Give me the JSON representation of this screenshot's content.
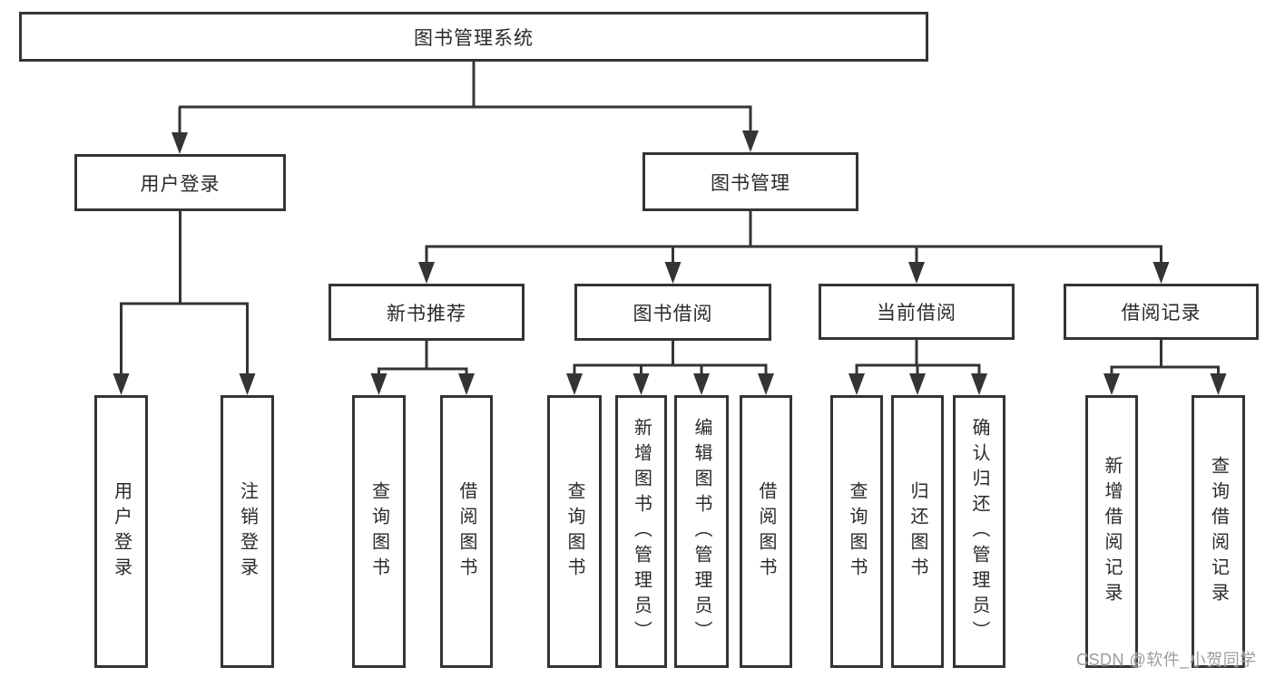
{
  "diagram": {
    "root": {
      "label": "图书管理系统"
    },
    "branches": [
      {
        "label": "用户登录",
        "leaves": [
          {
            "label": "用户登录"
          },
          {
            "label": "注销登录"
          }
        ]
      },
      {
        "label": "图书管理",
        "groups": [
          {
            "label": "新书推荐",
            "leaves": [
              {
                "label": "查询图书"
              },
              {
                "label": "借阅图书"
              }
            ]
          },
          {
            "label": "图书借阅",
            "leaves": [
              {
                "label": "查询图书"
              },
              {
                "label": "新增图书（管理员）"
              },
              {
                "label": "编辑图书（管理员）"
              },
              {
                "label": "借阅图书"
              }
            ]
          },
          {
            "label": "当前借阅",
            "leaves": [
              {
                "label": "查询图书"
              },
              {
                "label": "归还图书"
              },
              {
                "label": "确认归还（管理员）"
              }
            ]
          },
          {
            "label": "借阅记录",
            "leaves": [
              {
                "label": "新增借阅记录"
              },
              {
                "label": "查询借阅记录"
              }
            ]
          }
        ]
      }
    ],
    "watermark": "CSDN @软件_小贺同学",
    "colors": {
      "line": "#343434",
      "text": "#2a2a2a",
      "background": "#ffffff",
      "watermark": "#9c9c9c"
    }
  }
}
